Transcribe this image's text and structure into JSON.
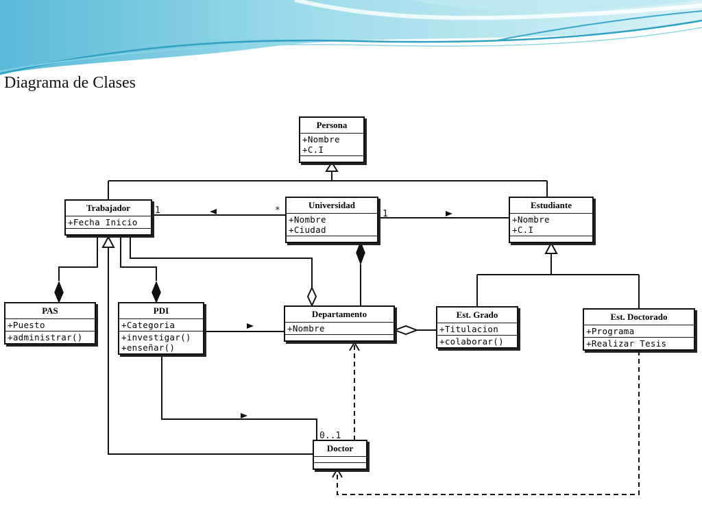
{
  "title": "Diagrama de Clases",
  "colors": {
    "banner_light": "#cdeef5",
    "banner_mid": "#7fd1e4",
    "banner_dark": "#2f9fc4",
    "line": "#111111"
  },
  "classes": {
    "persona": {
      "name": "Persona",
      "attributes": [
        "+Nombre",
        "+C.I"
      ],
      "operations": []
    },
    "trabajador": {
      "name": "Trabajador",
      "attributes": [
        "+Fecha Inicio"
      ],
      "operations": []
    },
    "universidad": {
      "name": "Universidad",
      "attributes": [
        "+Nombre",
        "+Ciudad"
      ],
      "operations": []
    },
    "estudiante": {
      "name": "Estudiante",
      "attributes": [
        "+Nombre",
        "+C.I"
      ],
      "operations": []
    },
    "pas": {
      "name": "PAS",
      "attributes": [
        "+Puesto"
      ],
      "operations": [
        "+administrar()"
      ]
    },
    "pdi": {
      "name": "PDI",
      "attributes": [
        "+Categoria"
      ],
      "operations": [
        "+investigar()",
        "+enseñar()"
      ]
    },
    "departamento": {
      "name": "Departamento",
      "attributes": [
        "+Nombre"
      ],
      "operations": []
    },
    "est_grado": {
      "name": "Est. Grado",
      "attributes": [
        "+Titulacion"
      ],
      "operations": [
        "+colaborar()"
      ]
    },
    "est_doctorado": {
      "name": "Est. Doctorado",
      "attributes": [
        "+Programa"
      ],
      "operations": [
        "+Realizar Tesis"
      ]
    },
    "doctor": {
      "name": "Doctor",
      "attributes": [],
      "operations": []
    }
  },
  "labels": {
    "trab_univ_left": "1",
    "trab_univ_right": "*",
    "univ_est_left": "1",
    "doctor_mult": "0..1"
  }
}
